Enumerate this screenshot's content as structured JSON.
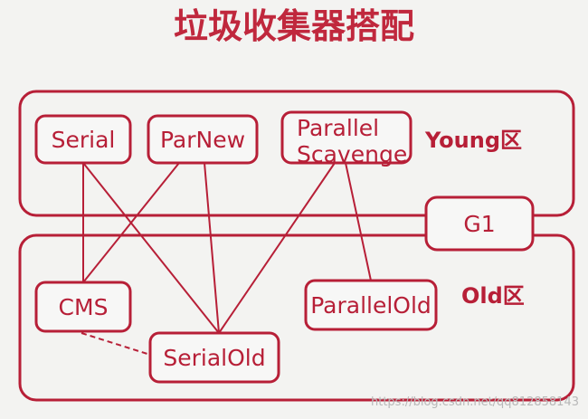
{
  "title": "垃圾收集器搭配",
  "zones": {
    "young": "Young区",
    "old": "Old区"
  },
  "nodes": {
    "serial": "Serial",
    "parnew": "ParNew",
    "parallel_scavenge_line1": "Parallel",
    "parallel_scavenge_line2": "Scavenge",
    "g1": "G1",
    "cms": "CMS",
    "serial_old": "SerialOld",
    "parallel_old": "ParallelOld"
  },
  "watermark": "https://blog.csdn.net/qq812858143",
  "colors": {
    "accent": "#b71f37",
    "title": "#c0283d",
    "background": "#f3f3f1"
  },
  "edges": [
    {
      "from": "Serial",
      "to": "CMS",
      "style": "solid"
    },
    {
      "from": "Serial",
      "to": "SerialOld",
      "style": "solid"
    },
    {
      "from": "ParNew",
      "to": "CMS",
      "style": "solid"
    },
    {
      "from": "ParNew",
      "to": "SerialOld",
      "style": "solid"
    },
    {
      "from": "Parallel Scavenge",
      "to": "SerialOld",
      "style": "solid"
    },
    {
      "from": "Parallel Scavenge",
      "to": "ParallelOld",
      "style": "solid"
    },
    {
      "from": "CMS",
      "to": "SerialOld",
      "style": "dashed"
    }
  ]
}
